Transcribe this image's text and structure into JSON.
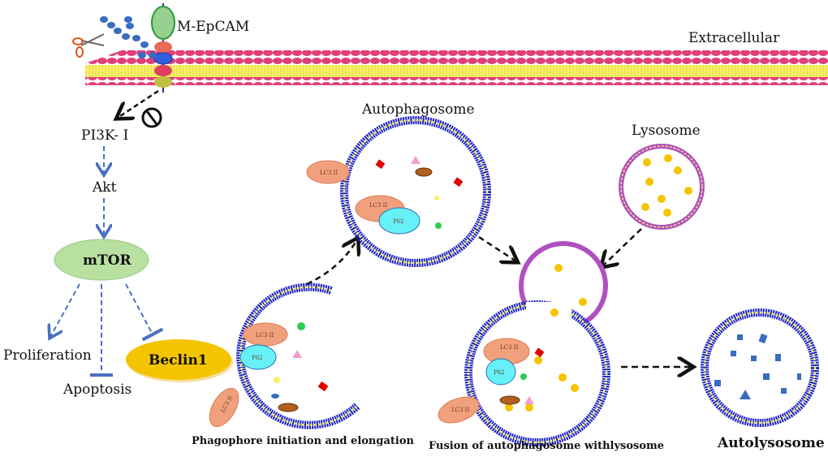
{
  "labels": {
    "receptor": "M-EpCAM",
    "extracellular": "Extracellular",
    "pi3k": "PI3K- I",
    "akt": "Akt",
    "mtor": "mTOR",
    "proliferation": "Proliferation",
    "apoptosis": "Apoptosis",
    "beclin": "Beclin1",
    "autophagosome": "Autophagosome",
    "lysosome": "Lysosome",
    "autolysosome": "Autolysosome",
    "lc3": "LC3 II",
    "p62": "P62"
  },
  "captions": {
    "phagophore": "Phagophore initiation and elongation",
    "fusion": "Fusion of autophagosome withlysosome"
  },
  "colors": {
    "membrane_pink": "#e0407a",
    "membrane_yellow": "#f5f06a",
    "bilayer_blue": "#1c22c8",
    "lysosome_purple": "#b050c0",
    "mtor_green": "#b8e0a0",
    "beclin_yellow": "#f5c400",
    "lc3_salmon": "#f0a07c",
    "p62_cyan": "#66f0f8",
    "pathway_blue": "#4a70c0"
  }
}
